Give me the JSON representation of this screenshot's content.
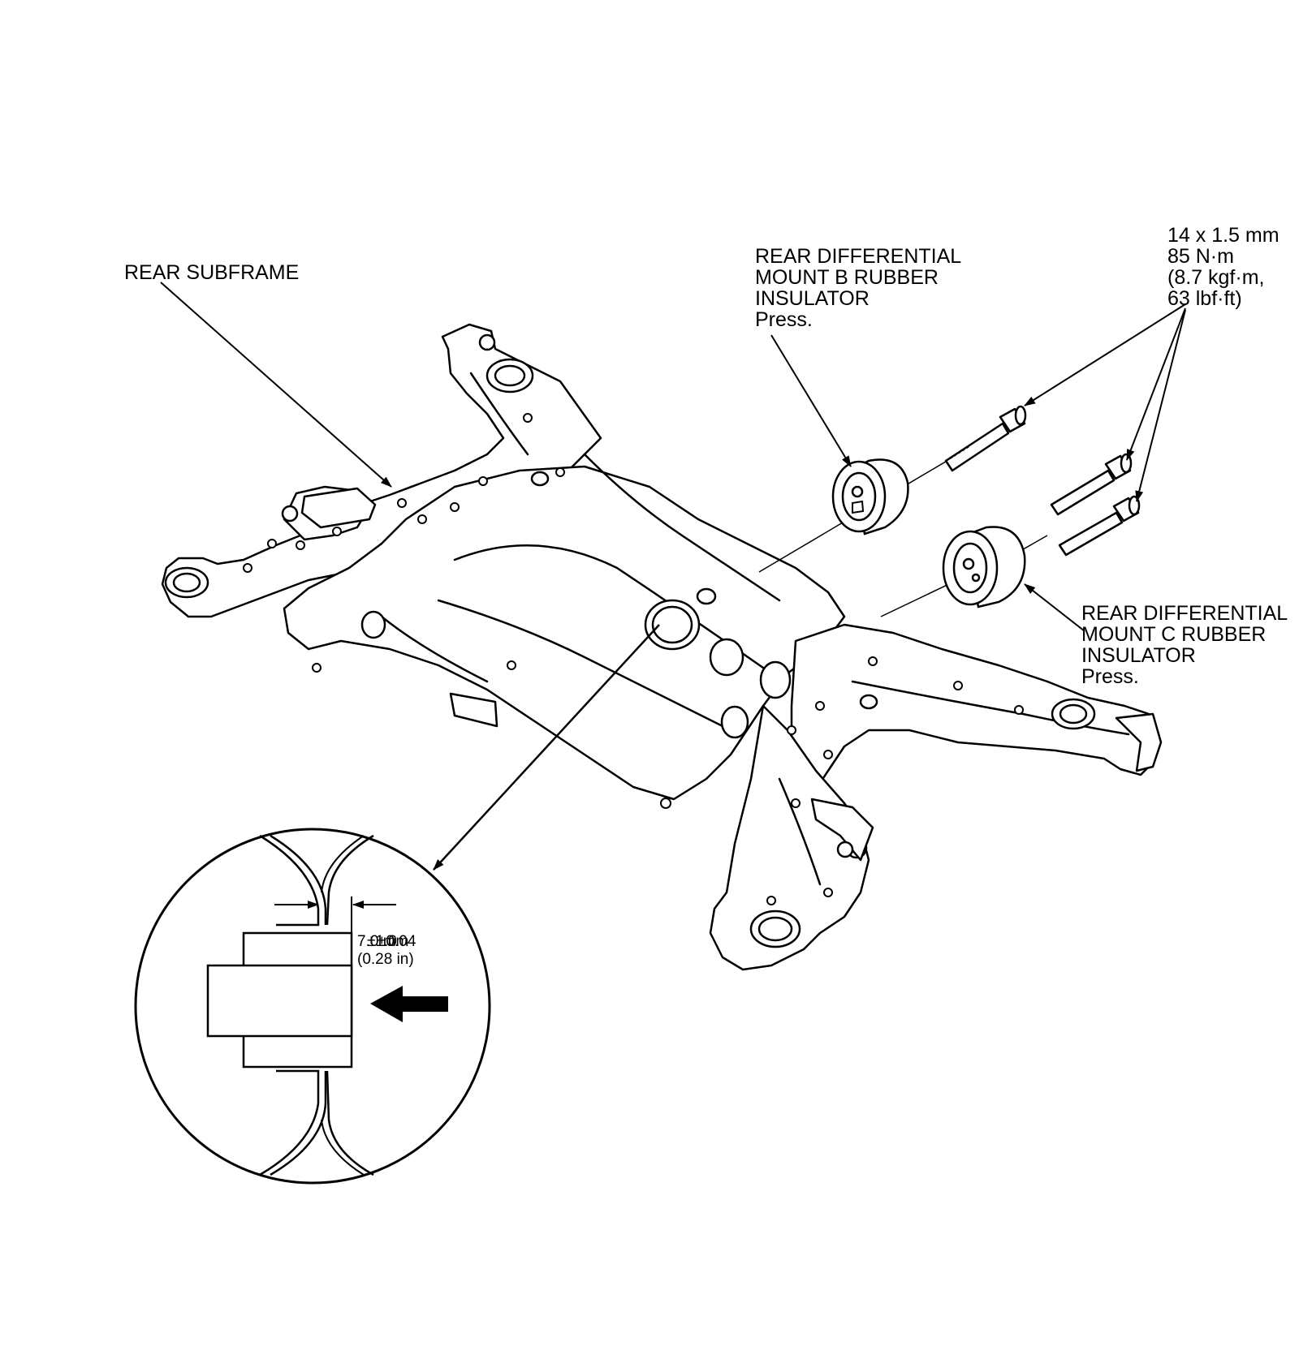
{
  "labels": {
    "rear_subframe": "REAR SUBFRAME",
    "mount_b": [
      "REAR DIFFERENTIAL",
      "MOUNT B RUBBER",
      "INSULATOR",
      "Press."
    ],
    "mount_c": [
      "REAR DIFFERENTIAL",
      "MOUNT C RUBBER",
      "INSULATOR",
      "Press."
    ],
    "bolt_spec": [
      "14 x 1.5 mm",
      "85 N·m",
      "(8.7 kgf·m,",
      "63 lbf·ft)"
    ]
  },
  "detail": {
    "dimension_line1": "7.0 mm",
    "dimension_line2": "(0.28 in)",
    "dimension_overprint": "±1.0",
    "dimension_overprint2": "±0.04"
  }
}
